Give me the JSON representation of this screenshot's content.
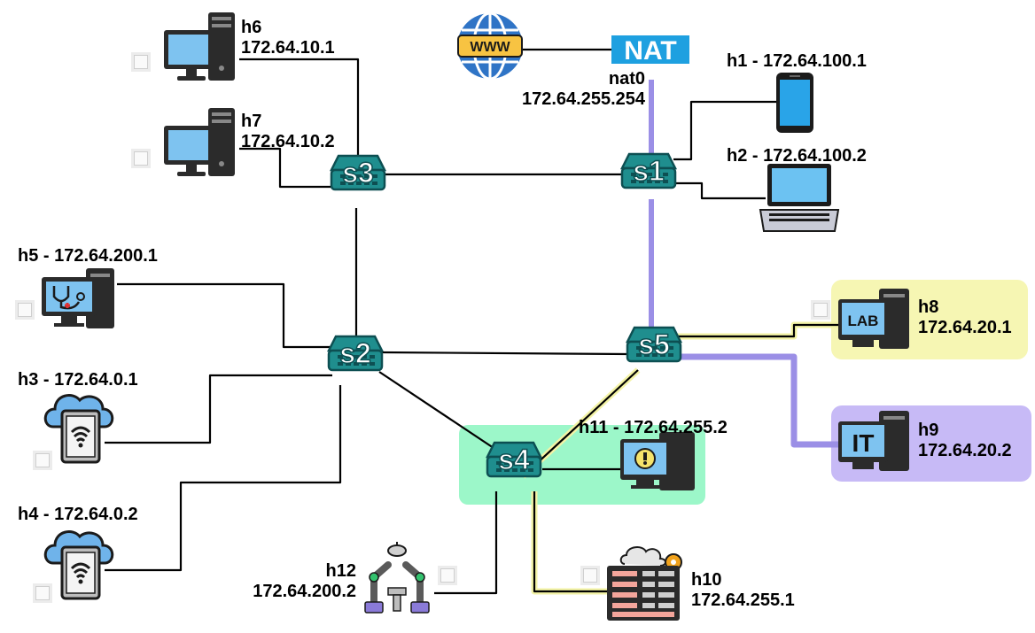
{
  "colors": {
    "switch_fill": "#1f8e8e",
    "switch_dark": "#0d4f52",
    "link_black": "#000000",
    "link_purple": "#9b8fe6",
    "link_yellow": "#f3f3a6",
    "zone_lab": "#f6f6b3",
    "zone_it": "#c7baf6",
    "zone_green": "#9cf7c9",
    "monitor_screen": "#7ec3f0",
    "nat_bg": "#1ea0e0"
  },
  "switches": [
    {
      "id": "s1",
      "label": "s1"
    },
    {
      "id": "s2",
      "label": "s2"
    },
    {
      "id": "s3",
      "label": "s3"
    },
    {
      "id": "s4",
      "label": "s4"
    },
    {
      "id": "s5",
      "label": "s5"
    }
  ],
  "nat": {
    "badge": "NAT",
    "name": "nat0",
    "ip": "172.64.255.254",
    "globe_text": "WWW"
  },
  "hosts": {
    "h1": {
      "name": "h1",
      "ip": "172.64.100.1",
      "full": "h1 - 172.64.100.1",
      "icon": "smartphone-icon"
    },
    "h2": {
      "name": "h2",
      "ip": "172.64.100.2",
      "full": "h2 - 172.64.100.2",
      "icon": "laptop-icon"
    },
    "h3": {
      "name": "h3",
      "ip": "172.64.0.1",
      "full": "h3 - 172.64.0.1",
      "icon": "cloud-wifi-tablet-icon"
    },
    "h4": {
      "name": "h4",
      "ip": "172.64.0.2",
      "full": "h4 - 172.64.0.2",
      "icon": "cloud-wifi-tablet-icon"
    },
    "h5": {
      "name": "h5",
      "ip": "172.64.200.1",
      "full": "h5 - 172.64.200.1",
      "icon": "medical-computer-icon"
    },
    "h6": {
      "name": "h6",
      "ip": "172.64.10.1",
      "icon": "desktop-computer-icon"
    },
    "h7": {
      "name": "h7",
      "ip": "172.64.10.2",
      "icon": "desktop-computer-icon"
    },
    "h8": {
      "name": "h8",
      "ip": "172.64.20.1",
      "icon": "lab-computer-icon",
      "screen_text": "LAB"
    },
    "h9": {
      "name": "h9",
      "ip": "172.64.20.2",
      "icon": "it-computer-icon",
      "screen_text": "IT"
    },
    "h10": {
      "name": "h10",
      "ip": "172.64.255.1",
      "icon": "server-rack-icon"
    },
    "h11": {
      "name": "h11",
      "ip": "172.64.255.2",
      "full": "h11 - 172.64.255.2",
      "icon": "warning-computer-icon"
    },
    "h12": {
      "name": "h12",
      "ip": "172.64.200.2",
      "icon": "robot-arms-icon"
    }
  }
}
